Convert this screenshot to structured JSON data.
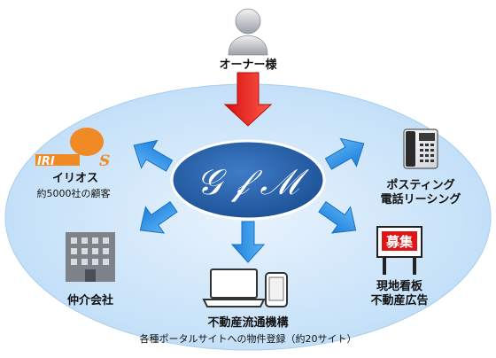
{
  "center": {
    "logo_text": "𝒢 𝒻 ℳ"
  },
  "owner": {
    "label": "オーナー様",
    "icon": "person-icon"
  },
  "nodes": {
    "irios": {
      "logo_text": "IRI",
      "logo_suffix": "S",
      "name": "イリオス",
      "sub": "約5000社の顧客",
      "icon": "irios-logo"
    },
    "posting": {
      "line1": "ポスティング",
      "line2": "電話リーシング",
      "icon": "phone-icon"
    },
    "agency": {
      "label": "仲介会社",
      "icon": "building-icon"
    },
    "signboard": {
      "sign_text": "募集",
      "line1": "現地看板",
      "line2": "不動産広告",
      "icon": "signboard-icon"
    },
    "reins": {
      "label": "不動産流通機構",
      "sub": "各種ポータルサイトへの物件登録（約20サイト）",
      "icon": "laptop-phone-icon"
    }
  },
  "colors": {
    "ellipse_fill": "#cfe6fb",
    "center_fill": "#1f5aa6",
    "arrow_blue": "#2d8fe6",
    "arrow_red": "#e01616",
    "logo_orange": "#f08a24"
  }
}
